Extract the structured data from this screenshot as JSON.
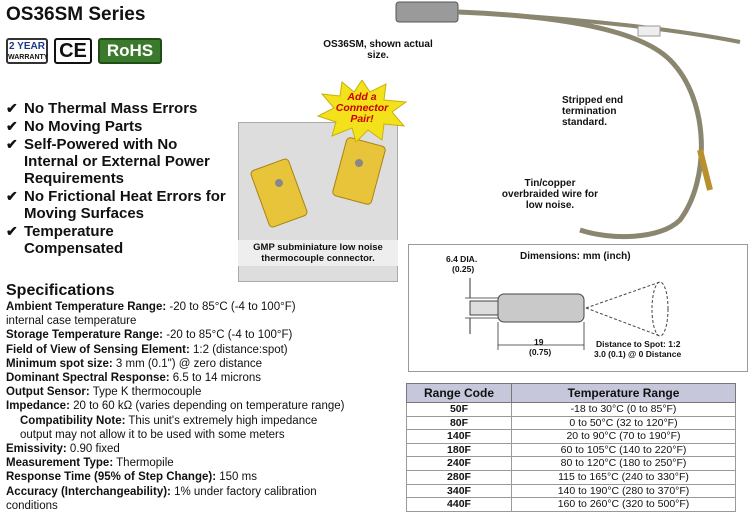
{
  "header": {
    "title": "OS36SM Series",
    "badges": {
      "warranty_years": "2 YEAR",
      "warranty_label": "WARRANTY",
      "ce": "CE",
      "rohs": "RoHS"
    }
  },
  "features": [
    "No Thermal Mass Errors",
    "No Moving Parts",
    "Self-Powered with No Internal or External Power Requirements",
    "No Frictional Heat Errors for Moving Surfaces",
    "Temperature Compensated"
  ],
  "photo": {
    "starburst": "Add a Connector Pair!",
    "caption": "GMP subminiature low noise thermocouple connector."
  },
  "product_annotations": {
    "actual_size": "OS36SM, shown actual size.",
    "stripped_end": "Stripped end termination standard.",
    "wire": "Tin/copper overbraided wire for low noise."
  },
  "dimensions": {
    "title": "Dimensions: mm (inch)",
    "dia": "6.4 DIA.",
    "dia_in": "(0.25)",
    "length": "19",
    "length_in": "(0.75)",
    "dist_spot": "Distance to Spot: 1:2",
    "zero_dist": "3.0 (0.1) @ 0 Distance"
  },
  "specs": {
    "heading": "Specifications",
    "rows": [
      {
        "label": "Ambient Temperature Range:",
        "value": " -20 to 85°C (-4 to 100°F)"
      },
      {
        "label": "",
        "value": "internal case temperature"
      },
      {
        "label": "Storage Temperature Range:",
        "value": " -20 to 85°C (-4 to 100°F)"
      },
      {
        "label": "Field of View of Sensing Element:",
        "value": " 1:2 (distance:spot)"
      },
      {
        "label": "Minimum spot size:",
        "value": " 3 mm (0.1\") @ zero distance"
      },
      {
        "label": "Dominant Spectral Response:",
        "value": " 6.5 to 14 microns"
      },
      {
        "label": "Output Sensor:",
        "value": " Type K thermocouple"
      },
      {
        "label": "Impedance:",
        "value": " 20 to 60 kΩ (varies depending on temperature range)"
      },
      {
        "label": "Compatibility Note:",
        "value": " This unit's extremely high impedance",
        "indent": true
      },
      {
        "label": "",
        "value": "output may not allow it to be used with some meters",
        "indent": true
      },
      {
        "label": "Emissivity:",
        "value": " 0.90 fixed"
      },
      {
        "label": "Measurement Type:",
        "value": " Thermopile"
      },
      {
        "label": "Response Time (95% of Step Change):",
        "value": " 150 ms"
      },
      {
        "label": "Accuracy (Interchangeability):",
        "value": " 1% under factory calibration"
      },
      {
        "label": "",
        "value": "conditions"
      }
    ]
  },
  "range_table": {
    "headers": [
      "Range Code",
      "Temperature Range"
    ],
    "rows": [
      [
        "50F",
        "-18 to 30°C (0 to 85°F)"
      ],
      [
        "80F",
        "0 to 50°C (32 to 120°F)"
      ],
      [
        "140F",
        "20 to 90°C (70 to 190°F)"
      ],
      [
        "180F",
        "60 to 105°C (140 to 220°F)"
      ],
      [
        "240F",
        "80 to 120°C (180 to 250°F)"
      ],
      [
        "280F",
        "115 to 165°C (240 to 330°F)"
      ],
      [
        "340F",
        "140 to 190°C (280 to 370°F)"
      ],
      [
        "440F",
        "160 to 260°C (320 to 500°F)"
      ]
    ]
  }
}
